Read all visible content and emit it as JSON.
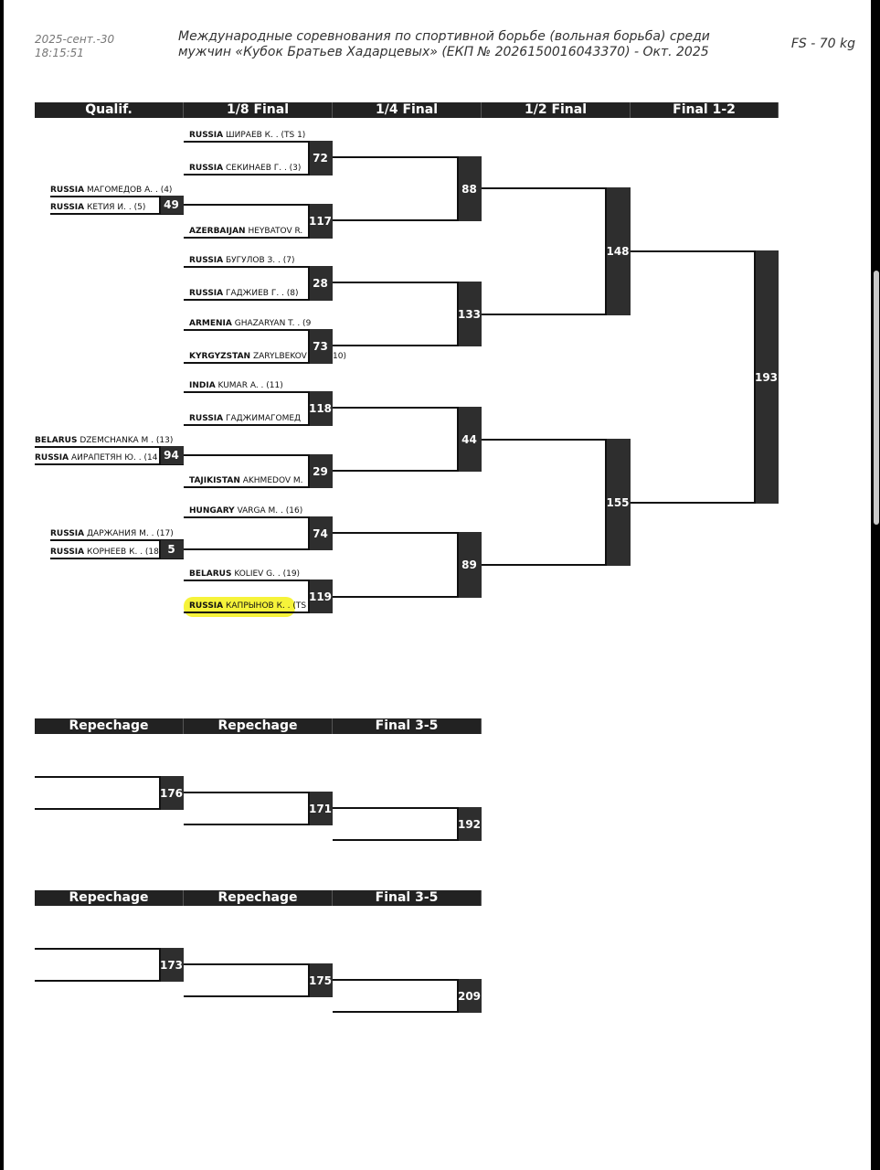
{
  "header": {
    "date": "2025-сент.-30\n18:15:51",
    "title": "Международные соревнования по спортивной борьбе (вольная борьба) среди мужчин «Кубок Братьев Хадарцевых» (ЕКП № 2026150016043370) - Окт. 2025",
    "category": "FS - 70 kg"
  },
  "columns": [
    "Qualif.",
    "1/8 Final",
    "1/4 Final",
    "1/2 Final",
    "Final 1-2"
  ],
  "repechage1": [
    "Repechage",
    "Repechage",
    "Final 3-5"
  ],
  "repechage2": [
    "Repechage",
    "Repechage",
    "Final 3-5"
  ],
  "entries": [
    {
      "country": "RUSSIA",
      "name": "ШИРАЕВ К. . (TS 1)"
    },
    {
      "country": "RUSSIA",
      "name": "СЕКИНАЕВ Г. . (3)"
    },
    {
      "country": "RUSSIA",
      "name": "МАГОМЕДОВ А. . (4)"
    },
    {
      "country": "RUSSIA",
      "name": "КЕТИЯ И. . (5)"
    },
    {
      "country": "AZERBAIJAN",
      "name": "HEYBATOV R."
    },
    {
      "country": "RUSSIA",
      "name": "БУГУЛОВ З. . (7)"
    },
    {
      "country": "RUSSIA",
      "name": "ГАДЖИЕВ Г. . (8)"
    },
    {
      "country": "ARMENIA",
      "name": "GHAZARYAN T. . (9)"
    },
    {
      "country": "KYRGYZSTAN",
      "name": "ZARYLBEKOV"
    },
    {
      "country": "INDIA",
      "name": "KUMAR A. . (11)"
    },
    {
      "country": "RUSSIA",
      "name": "ГАДЖИМАГОМЕД"
    },
    {
      "country": "BELARUS",
      "name": "DZEMCHANKA M . (13)"
    },
    {
      "country": "RUSSIA",
      "name": "АЙРАПЕТЯН Ю. . (14"
    },
    {
      "country": "TAJIKISTAN",
      "name": "AKHMEDOV M."
    },
    {
      "country": "HUNGARY",
      "name": "VARGA M. . (16)"
    },
    {
      "country": "RUSSIA",
      "name": "ДАРЖАНИЯ М. . (17)"
    },
    {
      "country": "RUSSIA",
      "name": "КОРНЕЕВ К. . (18"
    },
    {
      "country": "BELARUS",
      "name": "KOLIEV G. . (19)"
    },
    {
      "country": "RUSSIA",
      "name": "КАПРЫНОВ К. . (TS"
    }
  ],
  "bouts": {
    "q49": "49",
    "q94": "94",
    "q5": "5",
    "r72": "72",
    "r117": "117",
    "r28": "28",
    "r73": "73",
    "r118": "118",
    "r29": "29",
    "r74": "74",
    "r119": "119",
    "qf88": "88",
    "qf133": "133",
    "qf44": "44",
    "qf89": "89",
    "sf148": "148",
    "sf155": "155",
    "f193": "193",
    "rp176": "176",
    "rp171": "171",
    "rp192": "192",
    "rp173": "173",
    "rp175": "175",
    "rp209": "209"
  },
  "extra": {
    "z10": "10)"
  }
}
